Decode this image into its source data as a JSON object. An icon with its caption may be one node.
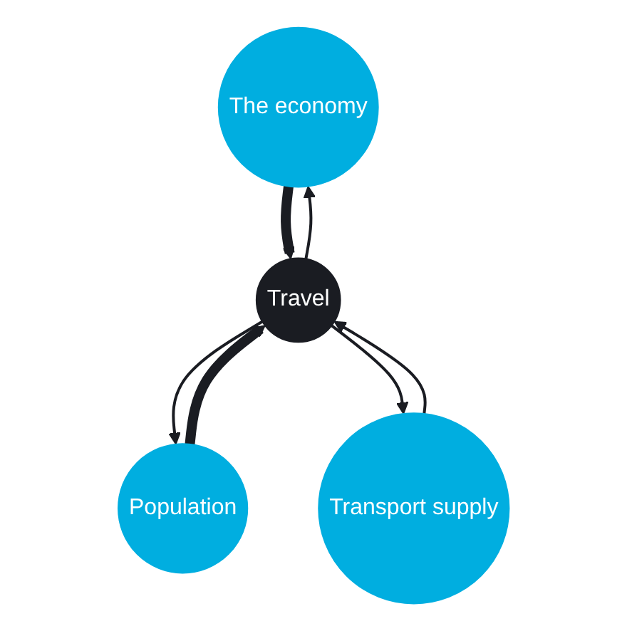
{
  "diagram": {
    "nodes": [
      {
        "text": [
          "The economy"
        ]
      },
      {
        "text": [
          "Travel"
        ]
      },
      {
        "text": [
          "Population"
        ]
      },
      {
        "text": [
          "Transport supply"
        ]
      }
    ],
    "edges": [
      {
        "from": 1,
        "to": 0,
        "arrow": "to"
      },
      {
        "from": 0,
        "to": 1,
        "arrow": "to",
        "style": "thick"
      },
      {
        "from": 2,
        "to": 1,
        "arrow": "to",
        "style": "thick"
      },
      {
        "from": 1,
        "to": 2,
        "arrow": "to"
      },
      {
        "from": 3,
        "to": 1,
        "arrow": "to"
      },
      {
        "from": 1,
        "to": 3,
        "arrow": "to"
      }
    ]
  }
}
